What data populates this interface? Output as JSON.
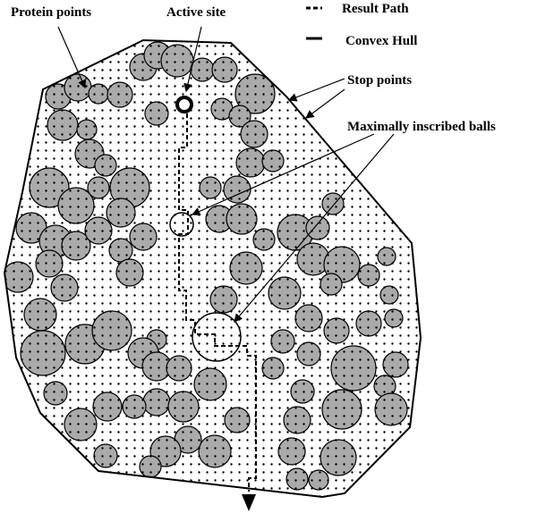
{
  "labels": {
    "protein_points": "Protein points",
    "active_site": "Active site",
    "stop_points": "Stop points",
    "max_balls": "Maximally inscribed balls"
  },
  "legend": {
    "result_path": "Result Path",
    "convex_hull": "Convex Hull"
  },
  "colors": {
    "protein": "#aaaaaa",
    "stroke": "#000000",
    "background": "#ffffff"
  }
}
